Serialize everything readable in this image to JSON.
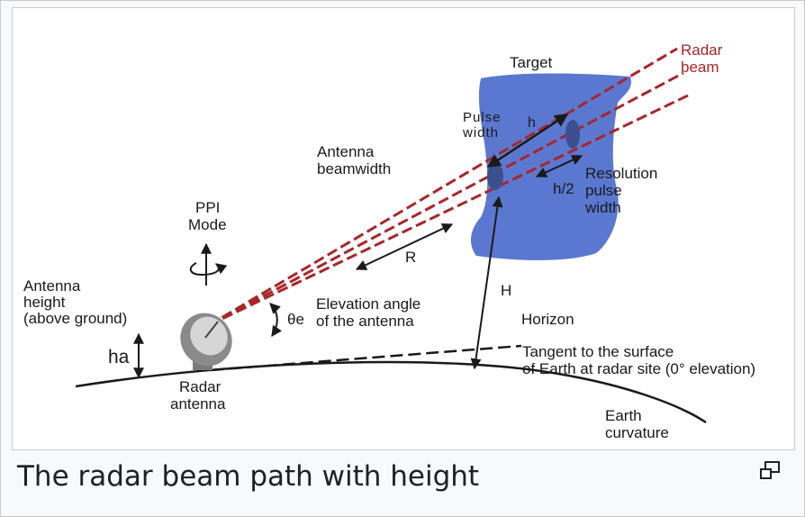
{
  "figure": {
    "caption": "The radar beam path with height",
    "enlarge_icon": "enlarge-icon"
  },
  "diagram": {
    "labels": {
      "target": "Target",
      "radar_beam_1": "Radar",
      "radar_beam_2": "beam",
      "pulse_width_1": "Pulse",
      "pulse_width_2": "width",
      "h": "h",
      "antenna_beamwidth_1": "Antenna",
      "antenna_beamwidth_2": "beamwidth",
      "resolution_1": "Resolution",
      "resolution_2": "pulse",
      "resolution_3": "width",
      "h_half": "h/2",
      "ppi_1": "PPI",
      "ppi_2": "Mode",
      "r": "R",
      "antenna_height_1": "Antenna",
      "antenna_height_2": "height",
      "antenna_height_3": "(above ground)",
      "ha": "ha",
      "theta_e": "θe",
      "elevation_1": "Elevation angle",
      "elevation_2": "of the antenna",
      "H": "H",
      "horizon": "Horizon",
      "tangent_1": "Tangent to the surface",
      "tangent_2": "of Earth at radar site (0° elevation)",
      "radar_antenna_1": "Radar",
      "radar_antenna_2": "antenna",
      "earth_1": "Earth",
      "earth_2": "curvature"
    },
    "colors": {
      "beam": "#a8262a",
      "target": "#5a78d0",
      "target_volume": "#3b4f8f",
      "ink": "#1a1a1a"
    }
  }
}
